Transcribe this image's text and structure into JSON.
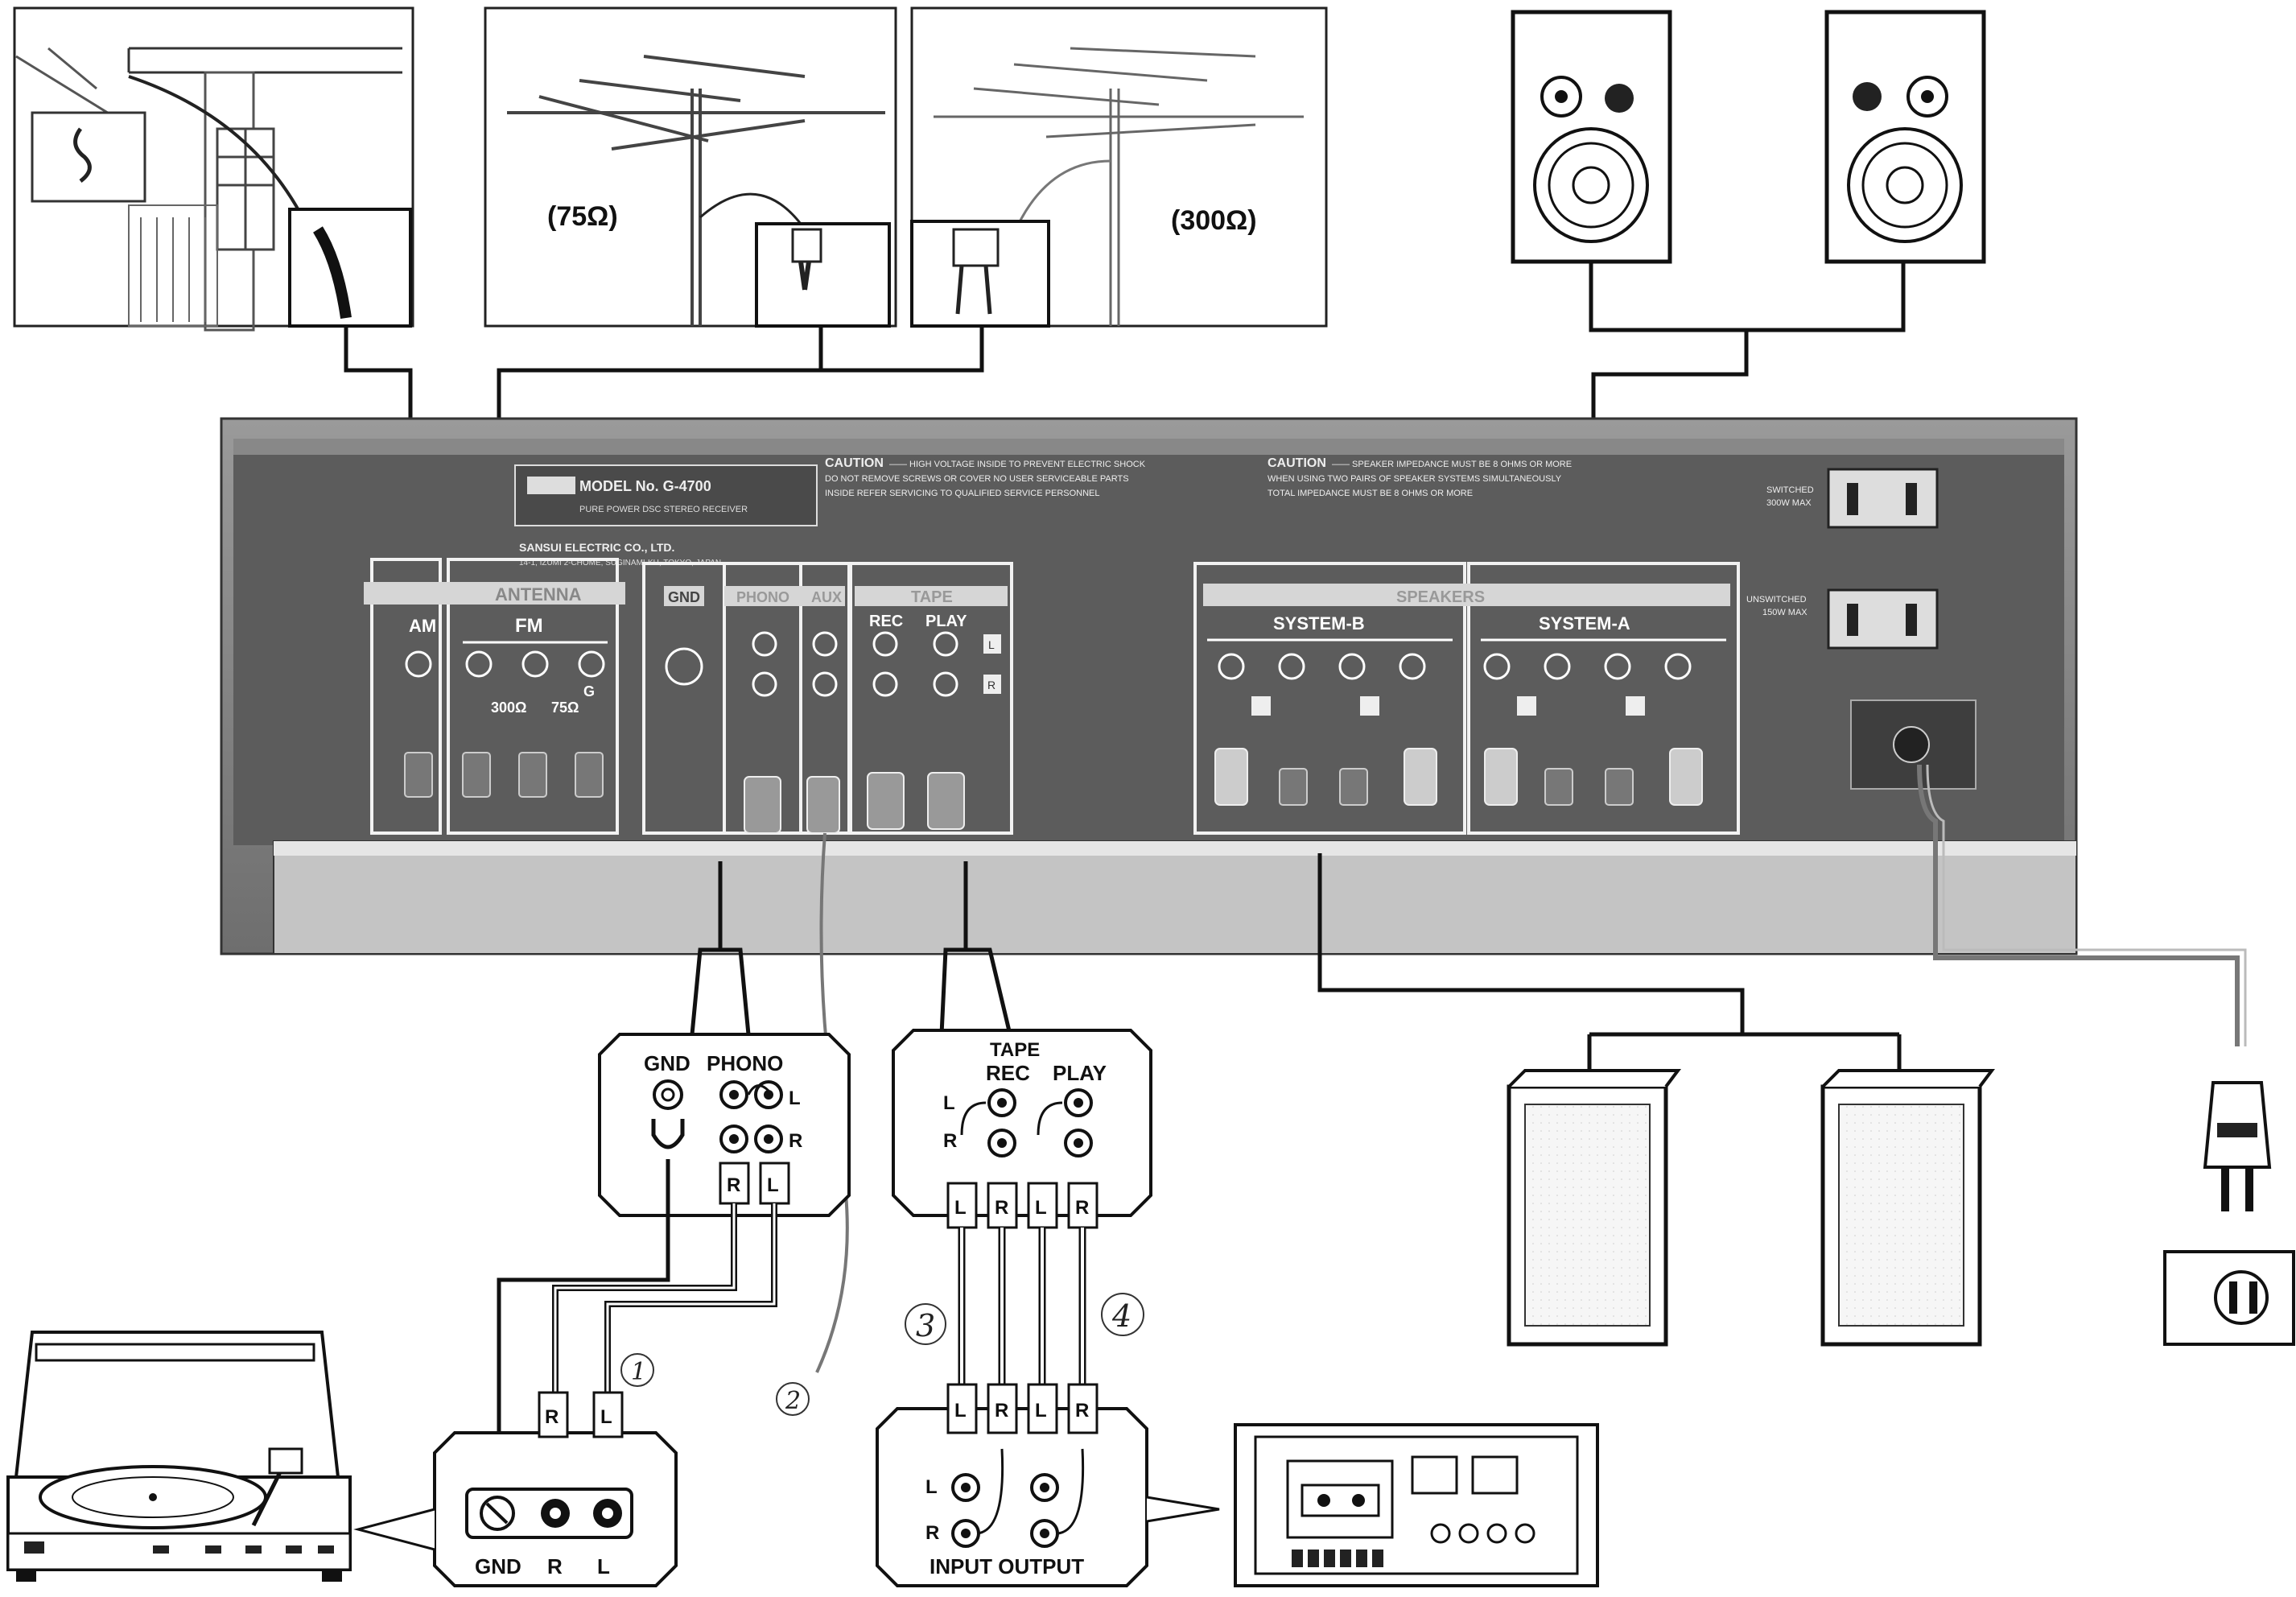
{
  "labels": {
    "ohm75": "(75Ω)",
    "ohm300": "(300Ω)",
    "gnd": "GND",
    "phono": "PHONO",
    "l": "L",
    "r": "R",
    "tape": "TAPE",
    "rec": "REC",
    "play": "PLAY",
    "input_output": "INPUT OUTPUT",
    "num1": "1",
    "num2": "2",
    "num3": "3",
    "num4": "4"
  },
  "receiver": {
    "model": "MODEL No. G-4700",
    "model_sub": "PURE POWER DSC STEREO RECEIVER",
    "maker": "SANSUI ELECTRIC CO., LTD.",
    "maker_sub": "14-1, IZUMI 2-CHOME, SUGINAMI-KU, TOKYO, JAPAN",
    "caution1_title": "CAUTION",
    "caution1_l1": "—— HIGH VOLTAGE INSIDE   TO PREVENT ELECTRIC SHOCK",
    "caution1_l2": "DO NOT REMOVE SCREWS OR COVER     NO USER SERVICEABLE PARTS",
    "caution1_l3": "INSIDE   REFER SERVICING TO QUALIFIED SERVICE PERSONNEL",
    "caution2_title": "CAUTION",
    "caution2_l1": "—— SPEAKER IMPEDANCE MUST BE 8 OHMS OR MORE",
    "caution2_l2": "WHEN USING TWO PAIRS OF SPEAKER SYSTEMS SIMULTANEOUSLY",
    "caution2_l3": "TOTAL IMPEDANCE MUST BE 8 OHMS OR MORE",
    "antenna": "ANTENNA",
    "am": "AM",
    "fm": "FM",
    "fm_300": "300Ω",
    "fm_75": "75Ω",
    "fm_g": "G",
    "gnd": "GND",
    "phono": "PHONO",
    "aux": "AUX",
    "tape": "TAPE",
    "rec": "REC",
    "play": "PLAY",
    "tape_l": "L",
    "tape_r": "R",
    "speakers": "SPEAKERS",
    "system_b": "SYSTEM-B",
    "system_a": "SYSTEM-A",
    "switched": "SWITCHED",
    "switched_max": "300W MAX",
    "unswitched": "UNSWITCHED",
    "unswitched_max": "150W MAX"
  },
  "colors": {
    "ink": "#1a1a1a",
    "chassis": "#8c8c8c",
    "panel": "#5a5a5a",
    "cabinet": "#f2f2f2"
  }
}
